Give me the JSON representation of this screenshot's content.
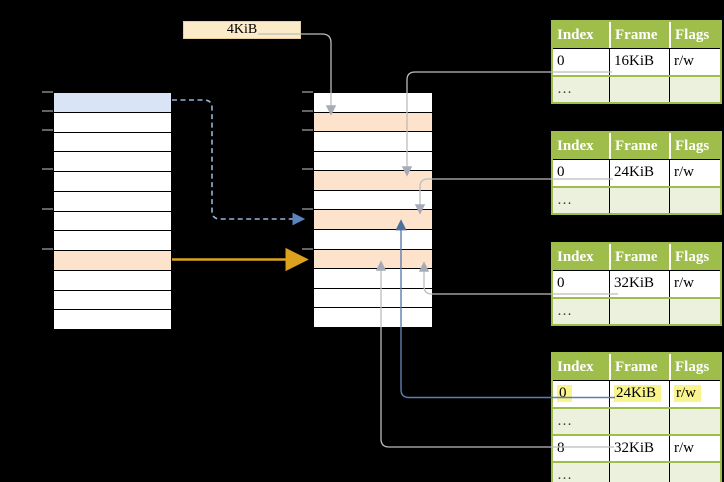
{
  "page_size_label": "4KiB",
  "memory_columns": {
    "left": {
      "rows": 12,
      "row_colors": {
        "0": "blue",
        "8": "orange"
      }
    },
    "middle": {
      "rows": 12,
      "row_colors": {
        "1": "orange",
        "4": "orange",
        "6": "orange",
        "8": "orange"
      }
    }
  },
  "page_tables": [
    {
      "name": "page-table-1",
      "headers": [
        "Index",
        "Frame",
        "Flags"
      ],
      "rows": [
        {
          "cells": [
            "0",
            "16KiB",
            "r/w"
          ],
          "shaded": false,
          "highlighted": false
        },
        {
          "cells": [
            "…",
            "",
            ""
          ],
          "shaded": true,
          "highlighted": false
        }
      ]
    },
    {
      "name": "page-table-2",
      "headers": [
        "Index",
        "Frame",
        "Flags"
      ],
      "rows": [
        {
          "cells": [
            "0",
            "24KiB",
            "r/w"
          ],
          "shaded": false,
          "highlighted": false
        },
        {
          "cells": [
            "…",
            "",
            ""
          ],
          "shaded": true,
          "highlighted": false
        }
      ]
    },
    {
      "name": "page-table-3",
      "headers": [
        "Index",
        "Frame",
        "Flags"
      ],
      "rows": [
        {
          "cells": [
            "0",
            "32KiB",
            "r/w"
          ],
          "shaded": false,
          "highlighted": false
        },
        {
          "cells": [
            "…",
            "",
            ""
          ],
          "shaded": true,
          "highlighted": false
        }
      ]
    },
    {
      "name": "page-table-4",
      "headers": [
        "Index",
        "Frame",
        "Flags"
      ],
      "rows": [
        {
          "cells": [
            "0",
            "24KiB",
            "r/w"
          ],
          "shaded": false,
          "highlighted": true
        },
        {
          "cells": [
            "…",
            "",
            ""
          ],
          "shaded": true,
          "highlighted": false
        },
        {
          "cells": [
            "8",
            "32KiB",
            "r/w"
          ],
          "shaded": false,
          "highlighted": false
        },
        {
          "cells": [
            "…",
            "",
            ""
          ],
          "shaded": true,
          "highlighted": false
        }
      ]
    }
  ],
  "colors": {
    "table_header_green": "#9ebd4a",
    "table_row_light_green": "#ebf1dd",
    "memory_row_orange": "#fde3cc",
    "memory_row_blue": "#d9e5f7",
    "page_size_box_tan": "#fcebc8",
    "highlight_yellow": "#faf48c",
    "connector_gray": "#bcbcbc",
    "connector_blue": "#5d7fae",
    "dashed_arrow_blue": "#95b3d7",
    "mapping_arrow_gold": "#dba11f"
  }
}
